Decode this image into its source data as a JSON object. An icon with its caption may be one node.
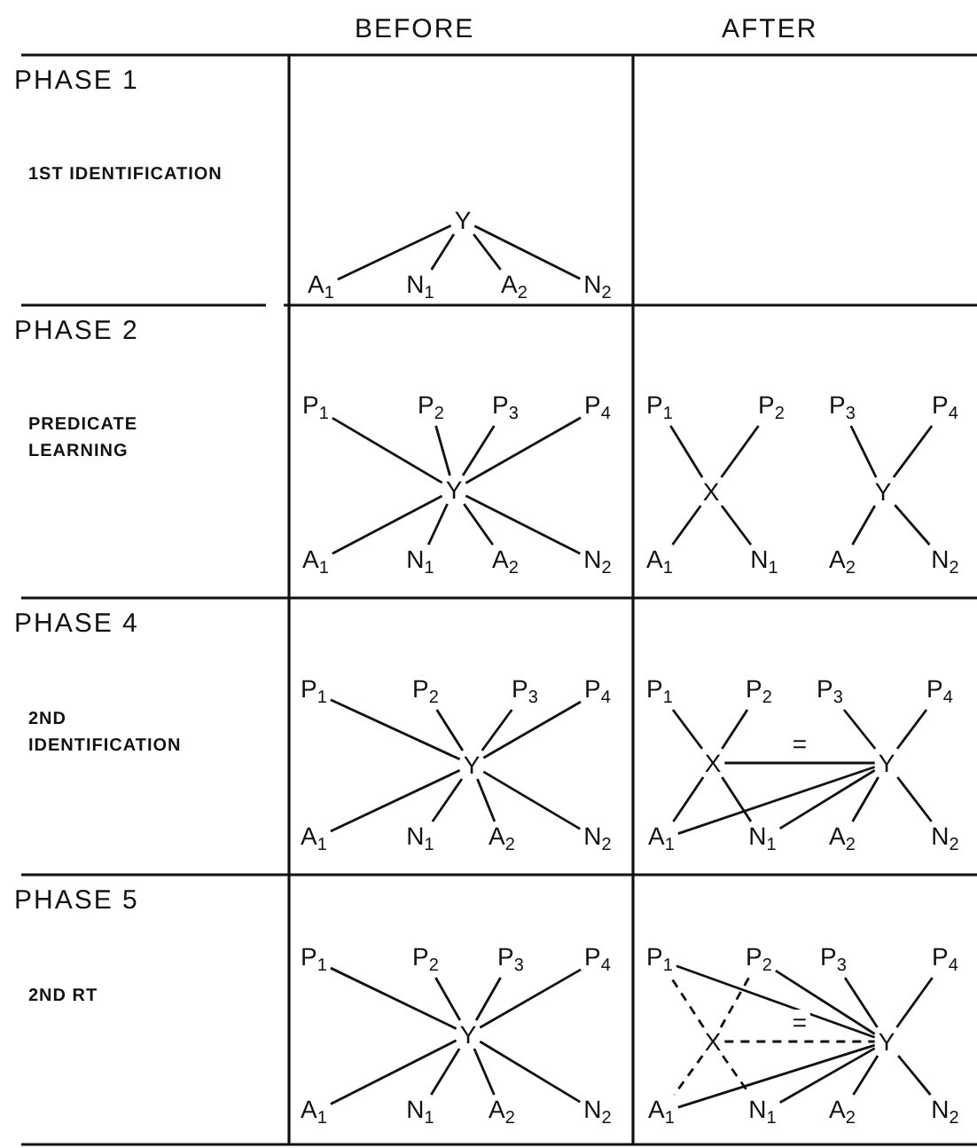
{
  "diagram": {
    "nodes": [
      {
        "text": [
          "Y"
        ]
      },
      {
        "text": [
          "A$_{1}$"
        ]
      },
      {
        "text": [
          "N$_{1}$"
        ]
      },
      {
        "text": [
          "A$_{2}$"
        ]
      },
      {
        "text": [
          "N$_{2}$"
        ]
      },
      {
        "text": [
          "P$_{1}$"
        ]
      },
      {
        "text": [
          "P$_{2}$"
        ]
      },
      {
        "text": [
          "P$_{3}$"
        ]
      },
      {
        "text": [
          "P$_{4}$"
        ]
      },
      {
        "text": [
          "Y"
        ]
      },
      {
        "text": [
          "A$_{1}$"
        ]
      },
      {
        "text": [
          "N$_{1}$"
        ]
      },
      {
        "text": [
          "A$_{2}$"
        ]
      },
      {
        "text": [
          "N$_{2}$"
        ]
      },
      {
        "text": [
          "P$_{1}$"
        ]
      },
      {
        "text": [
          "P$_{2}$"
        ]
      },
      {
        "text": [
          "P$_{3}$"
        ]
      },
      {
        "text": [
          "P$_{4}$"
        ]
      },
      {
        "text": [
          "X"
        ]
      },
      {
        "text": [
          "Y"
        ]
      },
      {
        "text": [
          "A$_{1}$"
        ]
      },
      {
        "text": [
          "N$_{1}$"
        ]
      },
      {
        "text": [
          "A$_{2}$"
        ]
      },
      {
        "text": [
          "N$_{2}$"
        ]
      },
      {
        "text": [
          "P$_{1}$"
        ]
      },
      {
        "text": [
          "P$_{2}$"
        ]
      },
      {
        "text": [
          "P$_{3}$"
        ]
      },
      {
        "text": [
          "P$_{4}$"
        ]
      },
      {
        "text": [
          "Y"
        ]
      },
      {
        "text": [
          "A$_{1}$"
        ]
      },
      {
        "text": [
          "N$_{1}$"
        ]
      },
      {
        "text": [
          "A$_{2}$"
        ]
      },
      {
        "text": [
          "N$_{2}$"
        ]
      },
      {
        "text": [
          "P$_{1}$"
        ]
      },
      {
        "text": [
          "P$_{2}$"
        ]
      },
      {
        "text": [
          "P$_{3}$"
        ]
      },
      {
        "text": [
          "P$_{4}$"
        ]
      },
      {
        "text": [
          "X"
        ]
      },
      {
        "text": [
          "Y"
        ]
      },
      {
        "text": [
          "A$_{1}$"
        ]
      },
      {
        "text": [
          "N$_{1}$"
        ]
      },
      {
        "text": [
          "A$_{2}$"
        ]
      },
      {
        "text": [
          "N$_{2}$"
        ]
      },
      {
        "text": [
          "P$_{1}$"
        ]
      },
      {
        "text": [
          "P$_{2}$"
        ]
      },
      {
        "text": [
          "P$_{3}$"
        ]
      },
      {
        "text": [
          "P$_{4}$"
        ]
      },
      {
        "text": [
          "Y"
        ]
      },
      {
        "text": [
          "A$_{1}$"
        ]
      },
      {
        "text": [
          "N$_{1}$"
        ]
      },
      {
        "text": [
          "A$_{2}$"
        ]
      },
      {
        "text": [
          "N$_{2}$"
        ]
      },
      {
        "text": [
          "P$_{1}$"
        ]
      },
      {
        "text": [
          "P$_{2}$"
        ]
      },
      {
        "text": [
          "P$_{3}$"
        ]
      },
      {
        "text": [
          "P$_{4}$"
        ]
      },
      {
        "text": [
          "X"
        ]
      },
      {
        "text": [
          "Y"
        ]
      },
      {
        "text": [
          "A$_{1}$"
        ]
      },
      {
        "text": [
          "N$_{1}$"
        ]
      },
      {
        "text": [
          "A$_{2}$"
        ]
      },
      {
        "text": [
          "N$_{2}$"
        ]
      }
    ],
    "edges": [
      {
        "from": 0,
        "to": 1,
        "arrow": "none"
      },
      {
        "from": 0,
        "to": 2,
        "arrow": "none"
      },
      {
        "from": 0,
        "to": 3,
        "arrow": "none"
      },
      {
        "from": 0,
        "to": 4,
        "arrow": "none"
      },
      {
        "from": 9,
        "to": 5,
        "arrow": "none"
      },
      {
        "from": 9,
        "to": 6,
        "arrow": "none"
      },
      {
        "from": 9,
        "to": 7,
        "arrow": "none"
      },
      {
        "from": 9,
        "to": 8,
        "arrow": "none"
      },
      {
        "from": 9,
        "to": 10,
        "arrow": "none"
      },
      {
        "from": 9,
        "to": 11,
        "arrow": "none"
      },
      {
        "from": 9,
        "to": 12,
        "arrow": "none"
      },
      {
        "from": 9,
        "to": 13,
        "arrow": "none"
      },
      {
        "from": 18,
        "to": 14,
        "arrow": "none"
      },
      {
        "from": 18,
        "to": 15,
        "arrow": "none"
      },
      {
        "from": 18,
        "to": 20,
        "arrow": "none"
      },
      {
        "from": 18,
        "to": 21,
        "arrow": "none"
      },
      {
        "from": 19,
        "to": 16,
        "arrow": "none"
      },
      {
        "from": 19,
        "to": 17,
        "arrow": "none"
      },
      {
        "from": 19,
        "to": 22,
        "arrow": "none"
      },
      {
        "from": 19,
        "to": 23,
        "arrow": "none"
      },
      {
        "from": 28,
        "to": 24,
        "arrow": "none"
      },
      {
        "from": 28,
        "to": 25,
        "arrow": "none"
      },
      {
        "from": 28,
        "to": 26,
        "arrow": "none"
      },
      {
        "from": 28,
        "to": 27,
        "arrow": "none"
      },
      {
        "from": 28,
        "to": 29,
        "arrow": "none"
      },
      {
        "from": 28,
        "to": 30,
        "arrow": "none"
      },
      {
        "from": 28,
        "to": 31,
        "arrow": "none"
      },
      {
        "from": 28,
        "to": 32,
        "arrow": "none"
      },
      {
        "from": 37,
        "to": 33,
        "arrow": "none"
      },
      {
        "from": 37,
        "to": 34,
        "arrow": "none"
      },
      {
        "from": 37,
        "to": 39,
        "arrow": "none"
      },
      {
        "from": 37,
        "to": 40,
        "arrow": "none"
      },
      {
        "from": 38,
        "to": 35,
        "arrow": "none"
      },
      {
        "from": 38,
        "to": 36,
        "arrow": "none"
      },
      {
        "from": 38,
        "to": 41,
        "arrow": "none"
      },
      {
        "from": 38,
        "to": 42,
        "arrow": "none"
      },
      {
        "from": 37,
        "to": 38,
        "arrow": "none",
        "label": "="
      },
      {
        "from": 38,
        "to": 39,
        "arrow": "none"
      },
      {
        "from": 38,
        "to": 40,
        "arrow": "none"
      },
      {
        "from": 47,
        "to": 43,
        "arrow": "none"
      },
      {
        "from": 47,
        "to": 44,
        "arrow": "none"
      },
      {
        "from": 47,
        "to": 45,
        "arrow": "none"
      },
      {
        "from": 47,
        "to": 46,
        "arrow": "none"
      },
      {
        "from": 47,
        "to": 48,
        "arrow": "none"
      },
      {
        "from": 47,
        "to": 49,
        "arrow": "none"
      },
      {
        "from": 47,
        "to": 50,
        "arrow": "none"
      },
      {
        "from": 47,
        "to": 51,
        "arrow": "none"
      },
      {
        "from": 56,
        "to": 52,
        "arrow": "none",
        "style": "dashed"
      },
      {
        "from": 56,
        "to": 53,
        "arrow": "none",
        "style": "dashed"
      },
      {
        "from": 56,
        "to": 58,
        "arrow": "none",
        "style": "dashed"
      },
      {
        "from": 56,
        "to": 59,
        "arrow": "none",
        "style": "dashed"
      },
      {
        "from": 56,
        "to": 57,
        "arrow": "none",
        "style": "dashed",
        "label": "="
      },
      {
        "from": 57,
        "to": 52,
        "arrow": "none"
      },
      {
        "from": 57,
        "to": 53,
        "arrow": "none"
      },
      {
        "from": 57,
        "to": 54,
        "arrow": "none"
      },
      {
        "from": 57,
        "to": 55,
        "arrow": "none"
      },
      {
        "from": 57,
        "to": 58,
        "arrow": "none"
      },
      {
        "from": 57,
        "to": 59,
        "arrow": "none"
      },
      {
        "from": 57,
        "to": 60,
        "arrow": "none"
      },
      {
        "from": 57,
        "to": 61,
        "arrow": "none"
      }
    ],
    "labels": [
      "BEFORE",
      "AFTER",
      "PHASE 1",
      "1ST IDENTIFICATION",
      "PHASE 2",
      "PREDICATE LEARNING",
      "PHASE 4",
      "2ND IDENTIFICATION",
      "PHASE 5",
      "2ND RT"
    ]
  }
}
